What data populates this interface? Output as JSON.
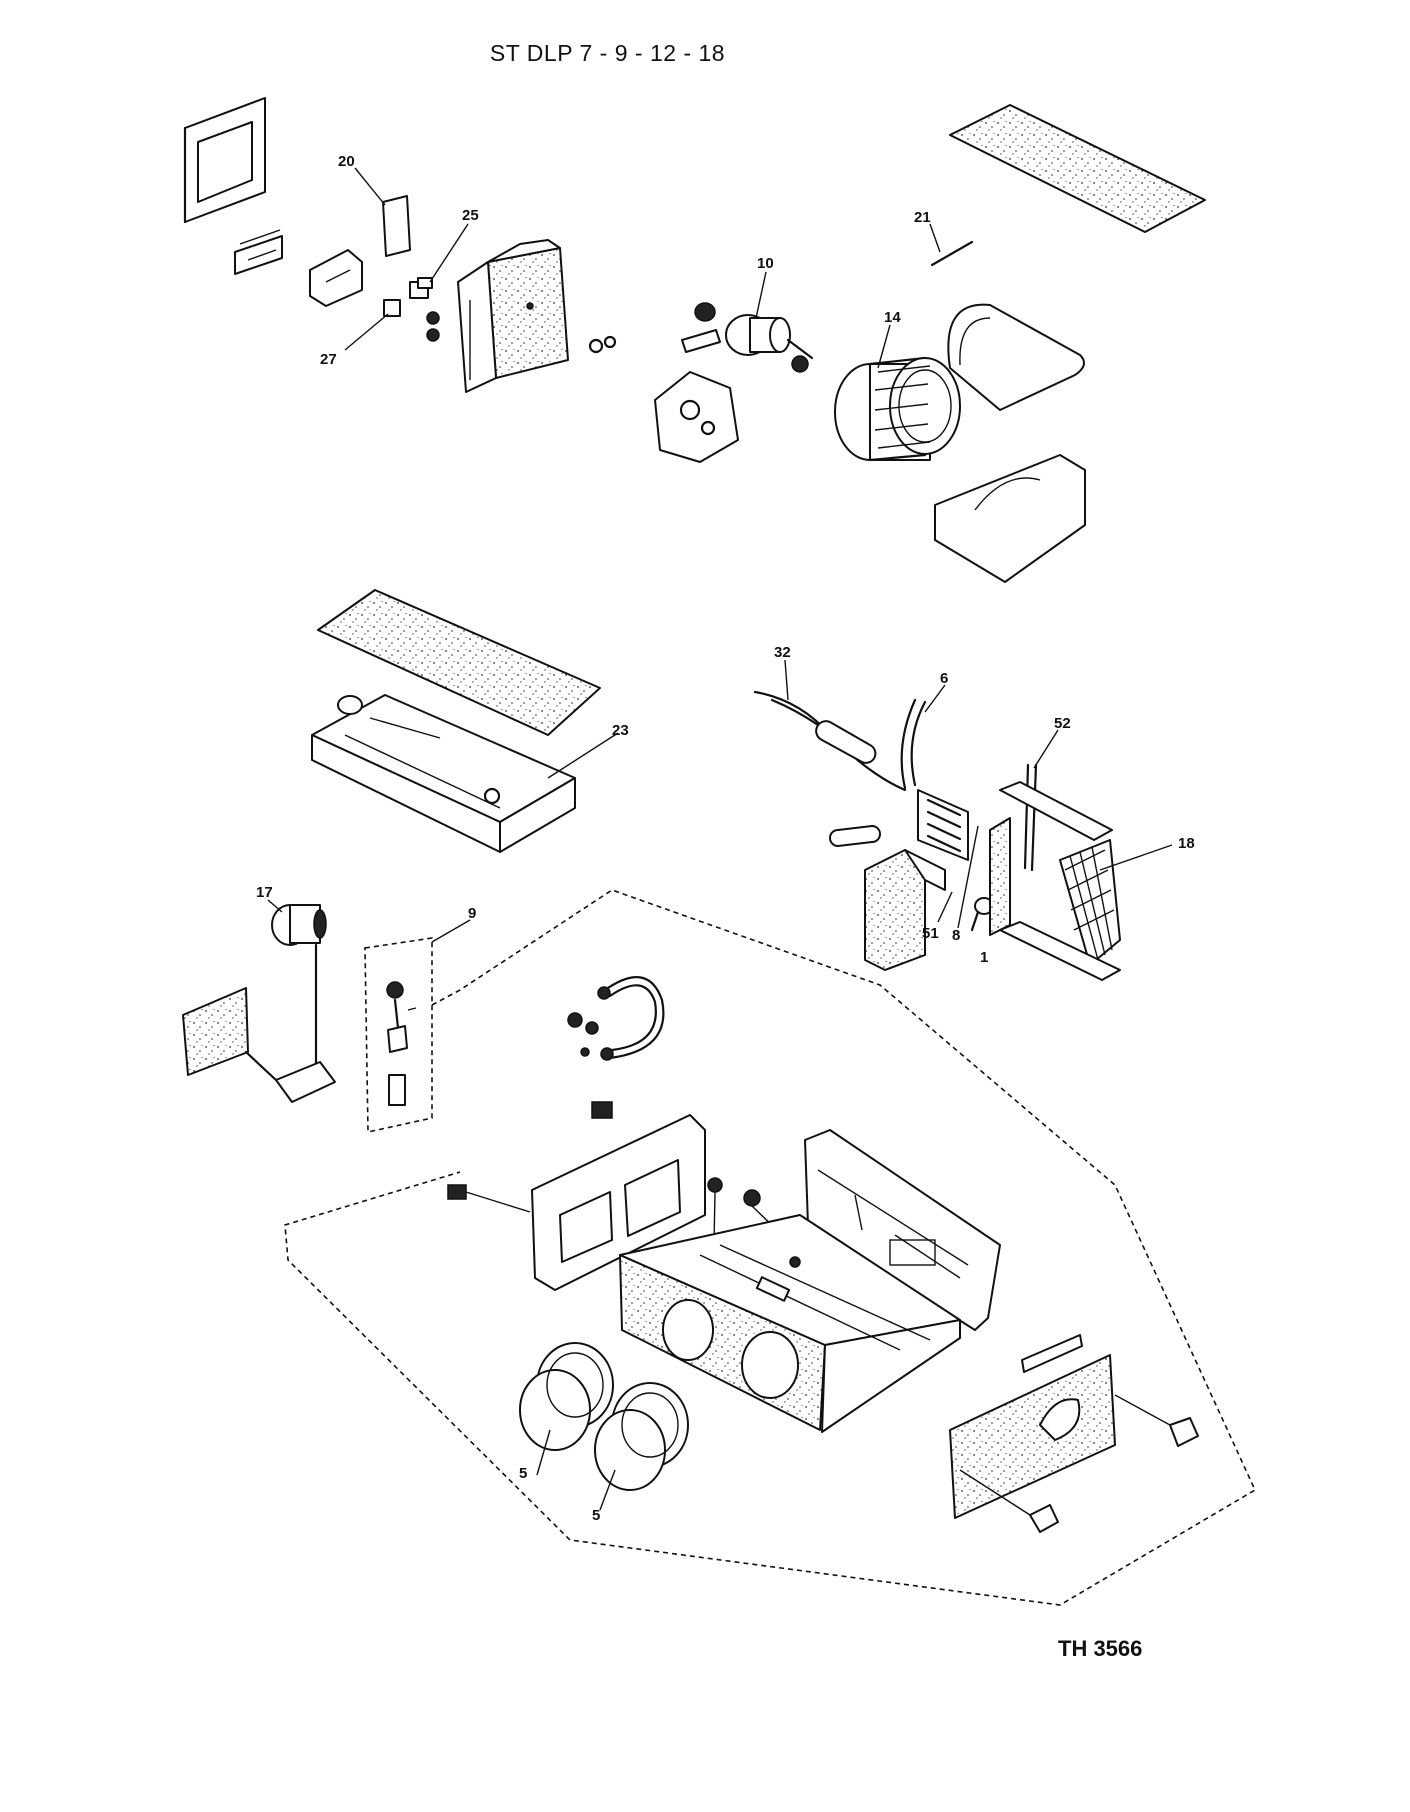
{
  "diagram": {
    "title": "ST DLP 7 - 9 - 12 - 18",
    "drawing_code": "TH 3566",
    "part_labels": {
      "p20": "20",
      "p25": "25",
      "p27": "27",
      "p10": "10",
      "p14": "14",
      "p21": "21",
      "p32": "32",
      "p6": "6",
      "p52": "52",
      "p23": "23",
      "p18": "18",
      "p51": "51",
      "p8": "8",
      "p1": "1",
      "p17": "17",
      "p9": "9",
      "p5a": "5",
      "p5b": "5"
    }
  }
}
